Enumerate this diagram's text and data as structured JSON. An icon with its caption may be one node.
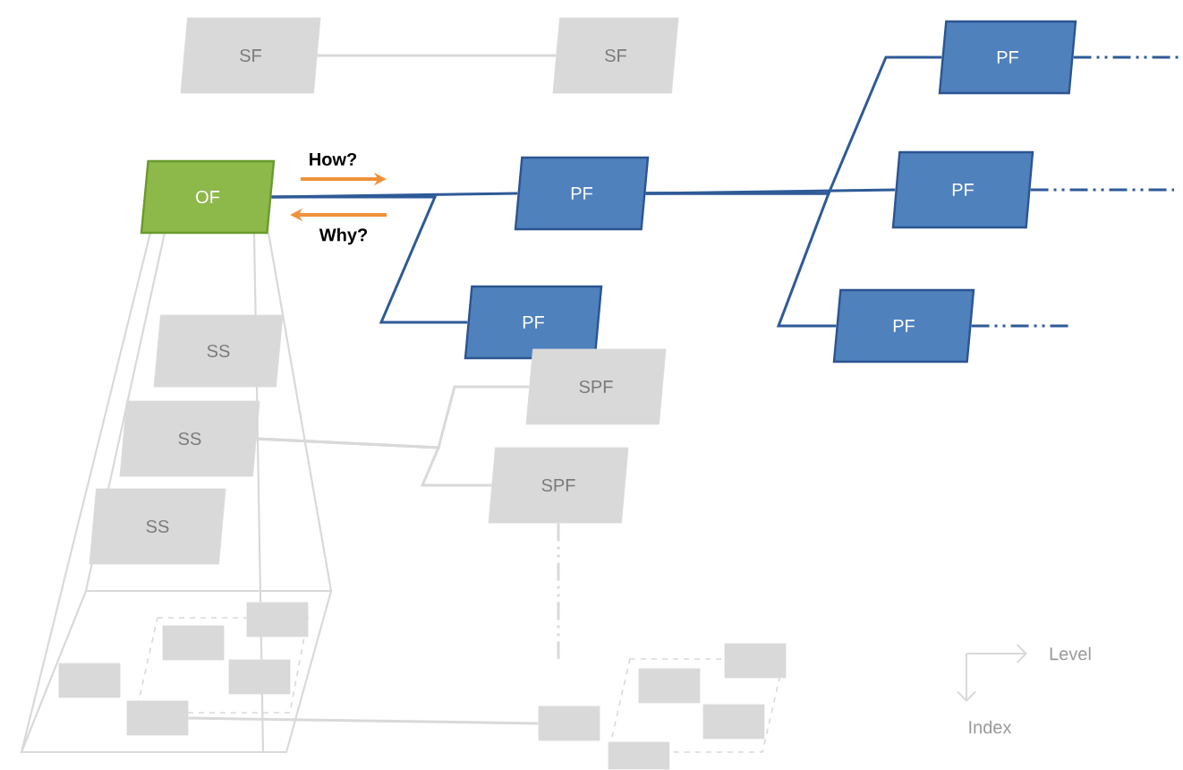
{
  "diagram": {
    "nodes": [
      {
        "text": [
          "SF"
        ]
      },
      {
        "text": [
          "SF"
        ]
      },
      {
        "text": [
          "OF"
        ]
      },
      {
        "text": [
          "PF"
        ]
      },
      {
        "text": [
          "PF"
        ]
      },
      {
        "text": [
          "PF"
        ]
      },
      {
        "text": [
          "PF"
        ]
      },
      {
        "text": [
          "PF"
        ]
      },
      {
        "text": [
          "SS"
        ]
      },
      {
        "text": [
          "SS"
        ]
      },
      {
        "text": [
          "SS"
        ]
      },
      {
        "text": [
          "SPF"
        ]
      },
      {
        "text": [
          "SPF"
        ]
      },
      {
        "text": [],
        "shape": "box"
      },
      {
        "text": [],
        "shape": "box"
      },
      {
        "text": [],
        "shape": "box"
      },
      {
        "text": [],
        "shape": "box"
      },
      {
        "text": [],
        "shape": "box"
      },
      {
        "text": [],
        "shape": "box"
      },
      {
        "text": [],
        "shape": "box"
      },
      {
        "text": [],
        "shape": "box"
      },
      {
        "text": [],
        "shape": "box"
      },
      {
        "text": [],
        "shape": "box"
      }
    ],
    "edges": [
      {
        "from": 0,
        "to": 1,
        "arrow": "none",
        "color": "#d9d9d9"
      },
      {
        "from": 2,
        "to": 3,
        "arrow": "none"
      },
      {
        "from": 2,
        "to": 4,
        "arrow": "none"
      },
      {
        "from": 3,
        "to": 6,
        "arrow": "none"
      },
      {
        "from": 3,
        "to": 5,
        "arrow": "none"
      },
      {
        "from": 3,
        "to": 7,
        "arrow": "none"
      },
      {
        "from": 5,
        "to": null,
        "arrow": "none",
        "style": "dashed"
      },
      {
        "from": 6,
        "to": null,
        "arrow": "none",
        "style": "dashed"
      },
      {
        "from": 7,
        "to": null,
        "arrow": "none",
        "style": "dashed"
      },
      {
        "from": 9,
        "to": 11,
        "arrow": "none",
        "color": "#d9d9d9"
      },
      {
        "from": 9,
        "to": 12,
        "arrow": "none",
        "color": "#d9d9d9"
      },
      {
        "from": 12,
        "to": null,
        "arrow": "none",
        "style": "dashed",
        "color": "#d9d9d9"
      },
      {
        "from": 14,
        "to": 18,
        "arrow": "none",
        "color": "#d9d9d9"
      }
    ],
    "labels": [
      "How?",
      "Why?",
      "Level",
      "Index"
    ]
  }
}
